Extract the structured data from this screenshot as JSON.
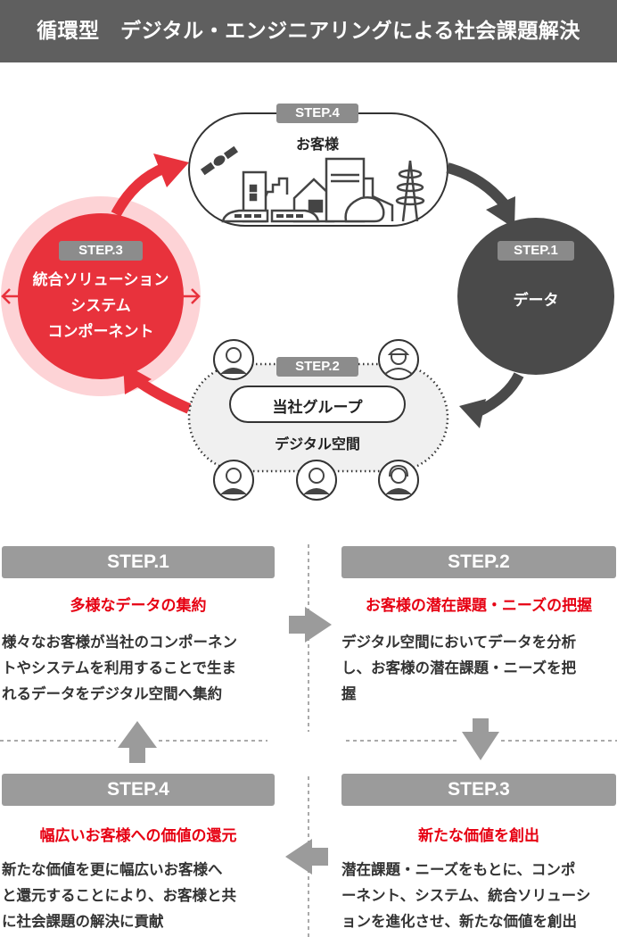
{
  "header": {
    "title": "循環型　デジタル・エンジニアリングによる社会課題解決"
  },
  "colors": {
    "red": "#e8323c",
    "pink": "#fdd3d6",
    "dark": "#4a4a4a",
    "gray_tag": "#8c8c8c",
    "accent_text": "#e60012"
  },
  "diagram": {
    "step4": {
      "tag": "STEP.4",
      "label": "お客様"
    },
    "step1": {
      "tag": "STEP.1",
      "label": "データ"
    },
    "step2": {
      "tag": "STEP.2",
      "group": "当社グループ",
      "label": "デジタル空間"
    },
    "step3": {
      "tag": "STEP.3",
      "lines": [
        "統合ソリューション",
        "システム",
        "コンポーネント"
      ]
    }
  },
  "steps": [
    {
      "head": "STEP.1",
      "sub": "多様なデータの集約",
      "lines": [
        "様々なお客様が当社のコンポーネン",
        "トやシステムを利用することで生ま",
        "れるデータをデジタル空間へ集約"
      ]
    },
    {
      "head": "STEP.2",
      "sub": "お客様の潜在課題・ニーズの把握",
      "lines": [
        "デジタル空間においてデータを分析",
        "し、お客様の潜在課題・ニーズを把",
        "握"
      ]
    },
    {
      "head": "STEP.3",
      "sub": "新たな価値を創出",
      "lines": [
        "潜在課題・ニーズをもとに、コンポ",
        "ーネント、システム、統合ソリューシ",
        "ョンを進化させ、新たな価値を創出"
      ]
    },
    {
      "head": "STEP.4",
      "sub": "幅広いお客様への価値の還元",
      "lines": [
        "新たな価値を更に幅広いお客様へ",
        "と還元することにより、お客様と共",
        "に社会課題の解決に貢献"
      ]
    }
  ]
}
